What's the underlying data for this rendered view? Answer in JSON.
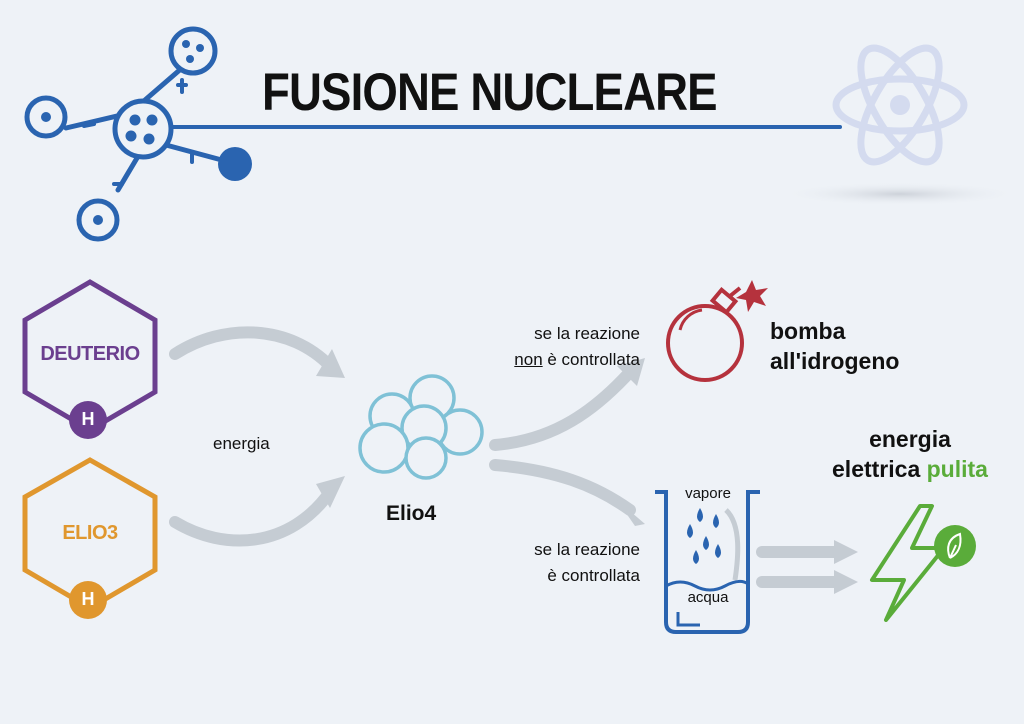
{
  "title": "FUSIONE NUCLEARE",
  "inputs": [
    {
      "label": "DEUTERIO",
      "badge": "H",
      "color": "#6b3f8f"
    },
    {
      "label": "ELIO3",
      "badge": "H",
      "color": "#e0972e"
    }
  ],
  "energy_label": "energia",
  "product": {
    "label": "Elio4",
    "color": "#7fc1d6"
  },
  "uncontrolled": {
    "line1": "se la reazione",
    "line2_emph": "non",
    "line2_rest": " è controllata",
    "result_line1": "bomba",
    "result_line2": "all'idrogeno",
    "color": "#b5323d"
  },
  "controlled": {
    "line1": "se la reazione",
    "line2": "è controllata",
    "vessel_top": "vapore",
    "vessel_bottom": "acqua",
    "vessel_color": "#2a64b0",
    "result_line1": "energia",
    "result_line2a": "elettrica ",
    "result_line2b": "pulita",
    "accent_color": "#5aac3a"
  },
  "colors": {
    "primary_blue": "#2a64b0",
    "arrow_gray": "#c5ccd3",
    "atom_faint": "#d4dbef"
  }
}
